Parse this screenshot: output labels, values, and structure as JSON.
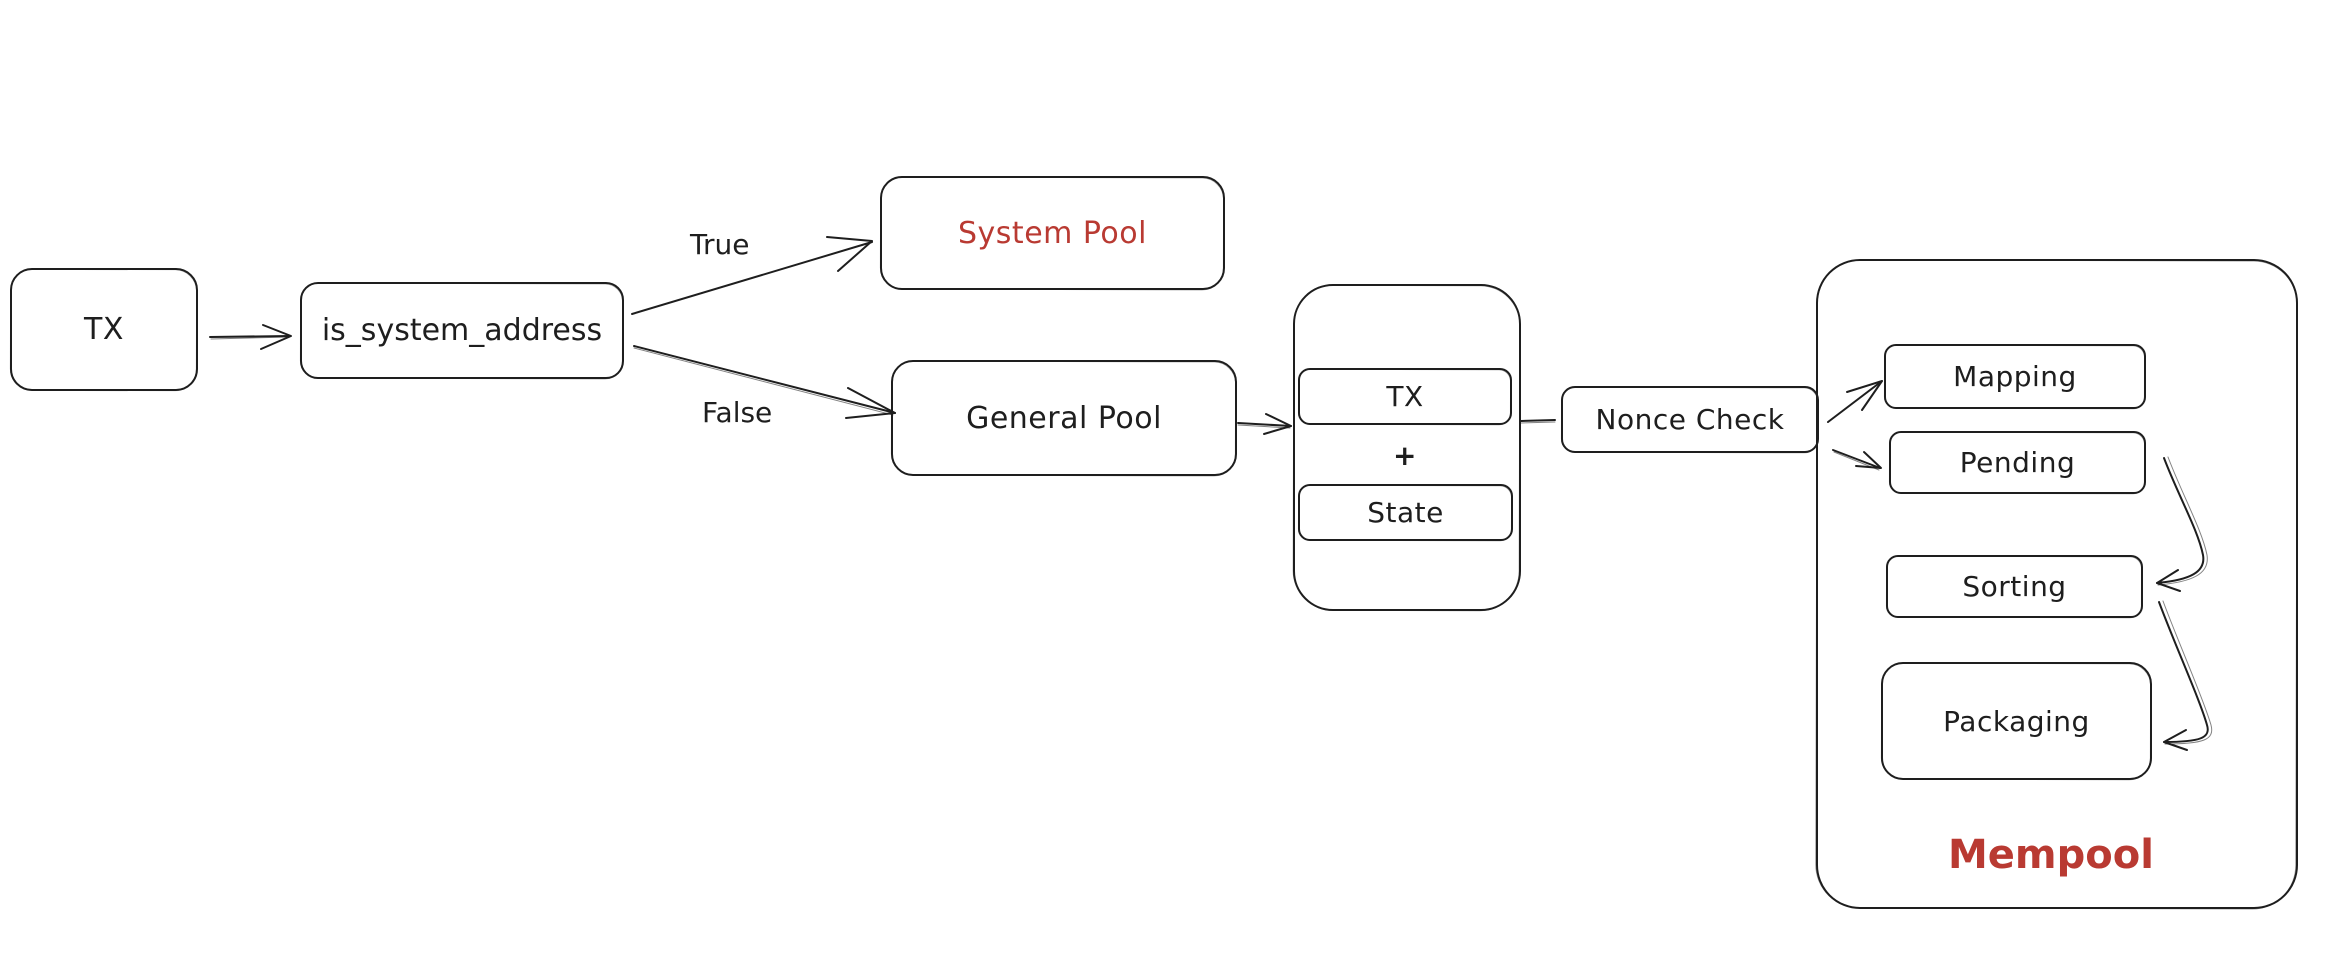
{
  "diagram": {
    "accent_color": "#b93a32",
    "stroke_color": "#1e1e1e",
    "background_color": "#ffffff",
    "nodes": {
      "tx": "TX",
      "is_system_address": "is_system_address",
      "system_pool": "System Pool",
      "general_pool": "General Pool",
      "tx_state_container": {
        "tx": "TX",
        "plus": "+",
        "state": "State"
      },
      "nonce_check": "Nonce Check",
      "mempool": {
        "title": "Mempool",
        "stages": [
          "Mapping",
          "Pending",
          "Sorting",
          "Packaging"
        ]
      }
    },
    "edge_labels": {
      "true": "True",
      "false": "False"
    },
    "edges": [
      {
        "from": "TX",
        "to": "is_system_address"
      },
      {
        "from": "is_system_address",
        "to": "System Pool",
        "label": "True"
      },
      {
        "from": "is_system_address",
        "to": "General Pool",
        "label": "False"
      },
      {
        "from": "General Pool",
        "to": "TX + State"
      },
      {
        "from": "TX + State",
        "to": "Nonce Check"
      },
      {
        "from": "Nonce Check",
        "to": "Mapping"
      },
      {
        "from": "Nonce Check",
        "to": "Pending"
      },
      {
        "from": "Pending",
        "to": "Sorting"
      },
      {
        "from": "Sorting",
        "to": "Packaging"
      }
    ]
  }
}
